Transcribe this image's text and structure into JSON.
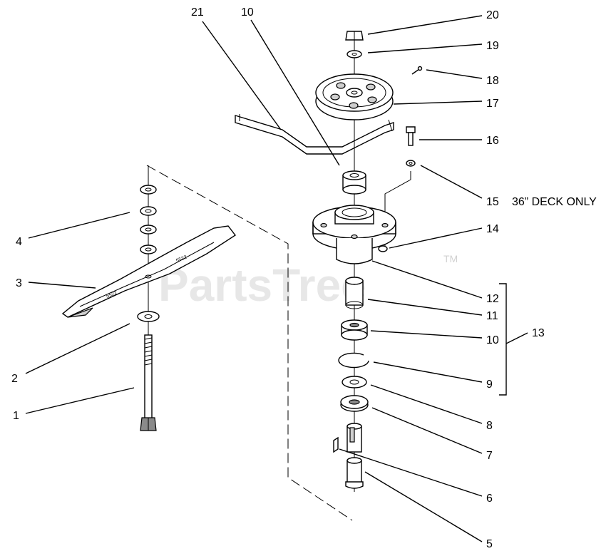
{
  "watermark": {
    "text": "PartsTree",
    "trademark": "TM"
  },
  "callouts": {
    "c1": "1",
    "c2": "2",
    "c3": "3",
    "c4": "4",
    "c5": "5",
    "c6": "6",
    "c7": "7",
    "c8": "8",
    "c9": "9",
    "c10a": "10",
    "c10b": "10",
    "c11": "11",
    "c12": "12",
    "c13": "13",
    "c14": "14",
    "c15": "15",
    "c16": "16",
    "c17": "17",
    "c18": "18",
    "c19": "19",
    "c20": "20",
    "c21": "21"
  },
  "notes": {
    "deck_only": "36” DECK ONLY"
  }
}
